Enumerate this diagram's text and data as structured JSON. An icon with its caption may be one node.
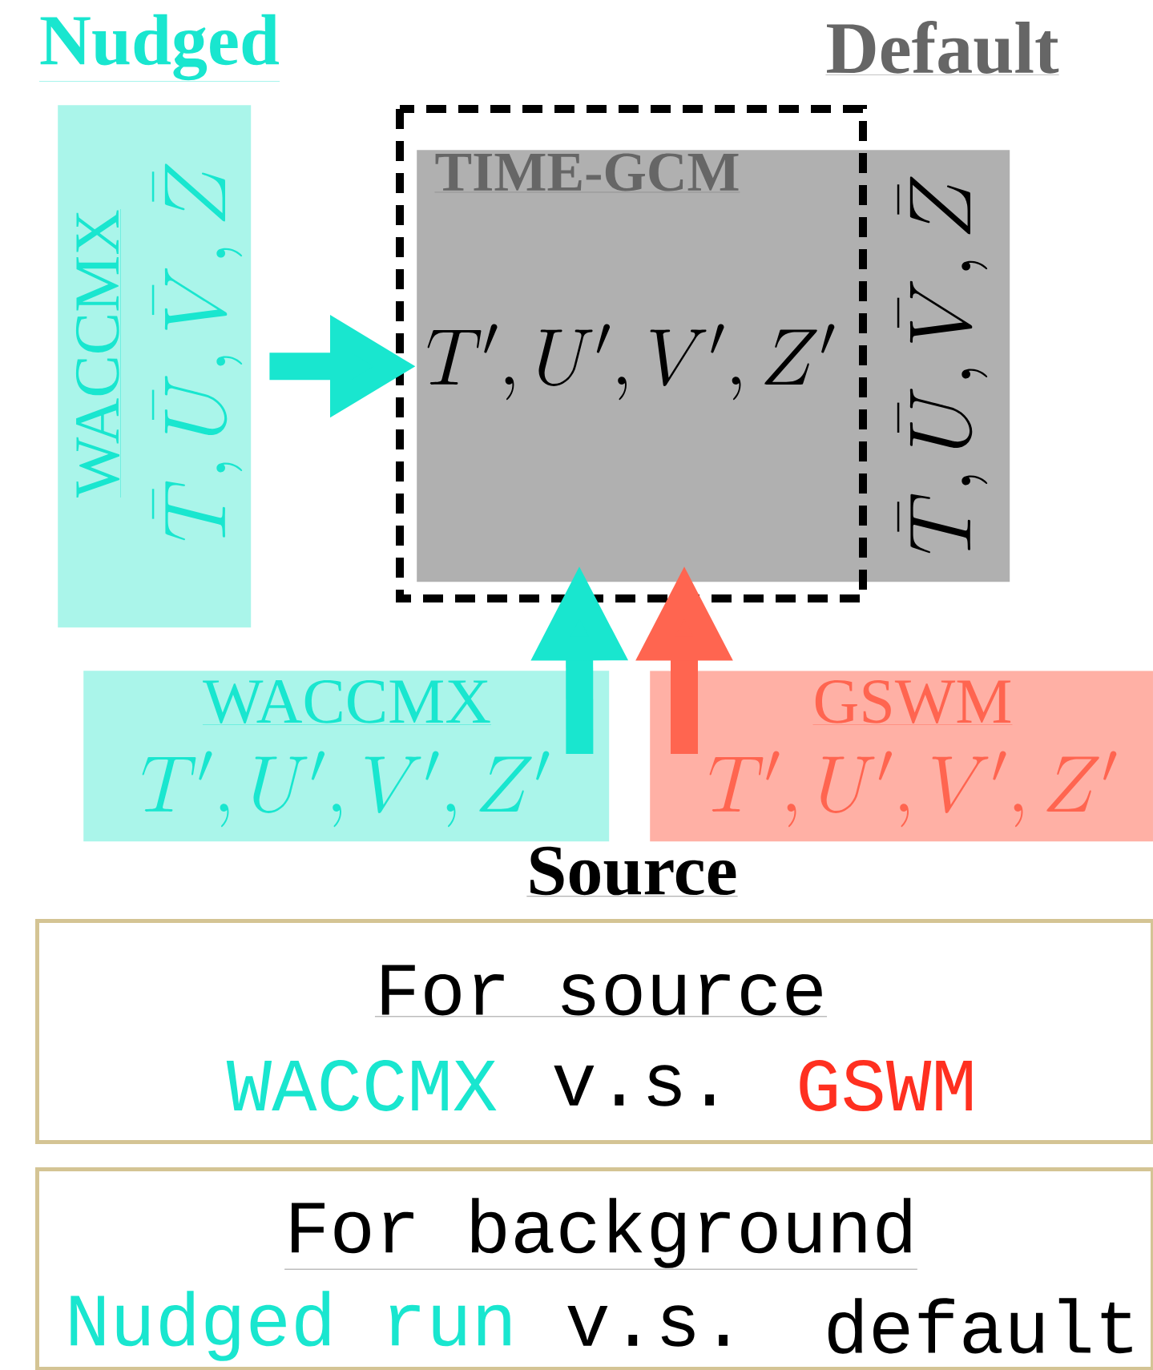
{
  "diagram": {
    "nodes": [
      {
        "text": [
          "WACCMX",
          "\\bar{T}, \\bar{U}, \\bar{V}, \\bar{Z}"
        ]
      },
      {
        "text": [
          "TIME-GCM",
          "T', U', V', Z'",
          "\\bar{T}, \\bar{U}, \\bar{V}, \\bar{Z}"
        ]
      },
      {
        "text": [
          "WACCMX",
          "T', U', V', Z'"
        ]
      },
      {
        "text": [
          "GSWM",
          "T', U', V', Z'"
        ]
      },
      {
        "text": [
          "For source",
          "WACCMX",
          "v.s.",
          "GSWM"
        ]
      },
      {
        "text": [
          "For background",
          "Nudged run",
          "v.s.",
          "default"
        ]
      }
    ],
    "edges": [
      {
        "from": 0,
        "to": 1,
        "arrow": "to"
      },
      {
        "from": 2,
        "to": 1,
        "arrow": "to"
      },
      {
        "from": 3,
        "to": 1,
        "arrow": "to",
        "color": "#ff6550"
      }
    ],
    "labels": [
      "Nudged",
      "Default",
      "Source"
    ]
  }
}
